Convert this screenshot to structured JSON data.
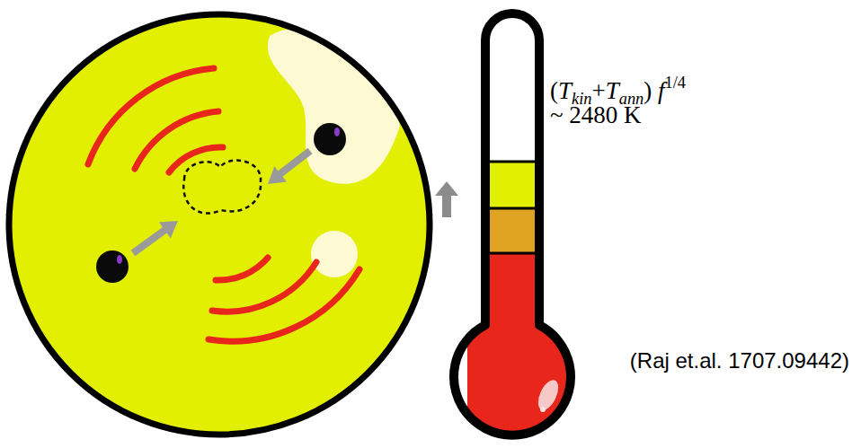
{
  "diagram": {
    "caption": "(Raj et.al. 1707.09442)",
    "labels": [
      "(",
      "T",
      "kin",
      "+",
      "T",
      "ann",
      ") ",
      "f",
      "1/4",
      "~ 2480 K"
    ]
  }
}
